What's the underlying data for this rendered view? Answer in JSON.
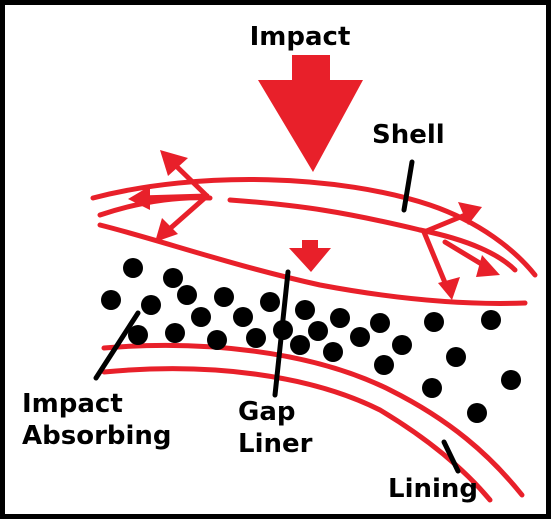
{
  "labels": {
    "impact": "Impact",
    "shell": "Shell",
    "impact_absorbing_line1": "Impact",
    "impact_absorbing_line2": "Absorbing",
    "gap_liner_line1": "Gap",
    "gap_liner_line2": "Liner",
    "lining": "Lining"
  },
  "colors": {
    "accent": "#e8202a",
    "ink": "#000000",
    "background": "#ffffff"
  }
}
